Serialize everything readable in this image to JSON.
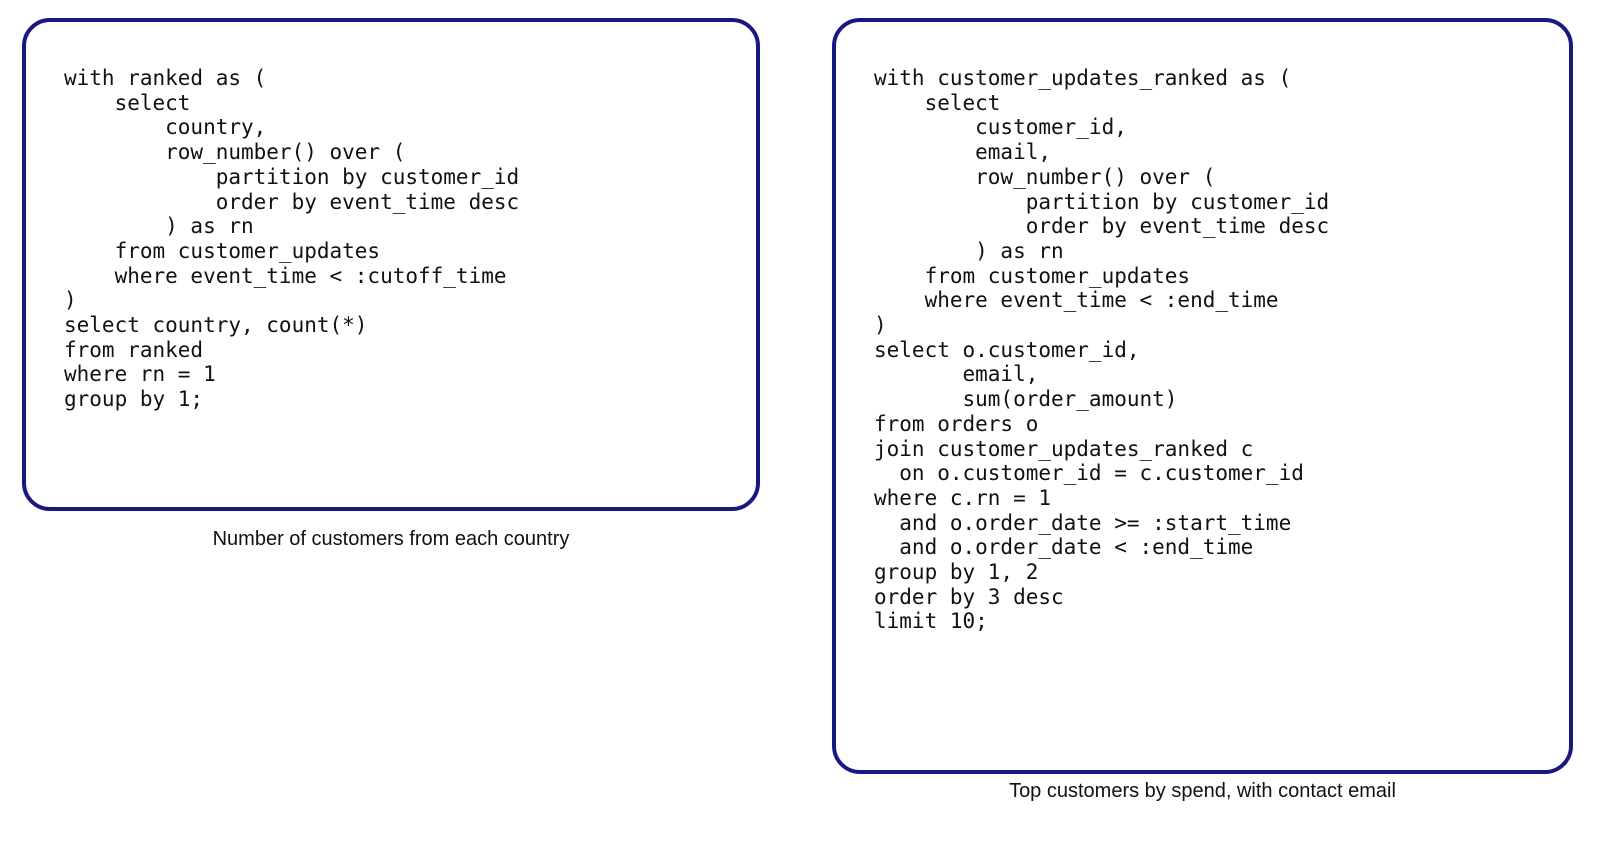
{
  "figure": {
    "background_color": "#ffffff",
    "box_border_color": "#16168e",
    "text_color": "#111111"
  },
  "panels": [
    {
      "id": "country-counts",
      "caption": "Number of customers from each country",
      "code": "with ranked as (\n    select\n        country,\n        row_number() over (\n            partition by customer_id\n            order by event_time desc\n        ) as rn\n    from customer_updates\n    where event_time < :cutoff_time\n)\nselect country, count(*)\nfrom ranked\nwhere rn = 1\ngroup by 1;"
    },
    {
      "id": "top-customers-by-spend",
      "caption": "Top customers by spend, with contact email",
      "code": "with customer_updates_ranked as (\n    select\n        customer_id,\n        email,\n        row_number() over (\n            partition by customer_id\n            order by event_time desc\n        ) as rn\n    from customer_updates\n    where event_time < :end_time\n)\nselect o.customer_id,\n       email,\n       sum(order_amount)\nfrom orders o\njoin customer_updates_ranked c\n  on o.customer_id = c.customer_id\nwhere c.rn = 1\n  and o.order_date >= :start_time\n  and o.order_date < :end_time\ngroup by 1, 2\norder by 3 desc\nlimit 10;"
    }
  ]
}
